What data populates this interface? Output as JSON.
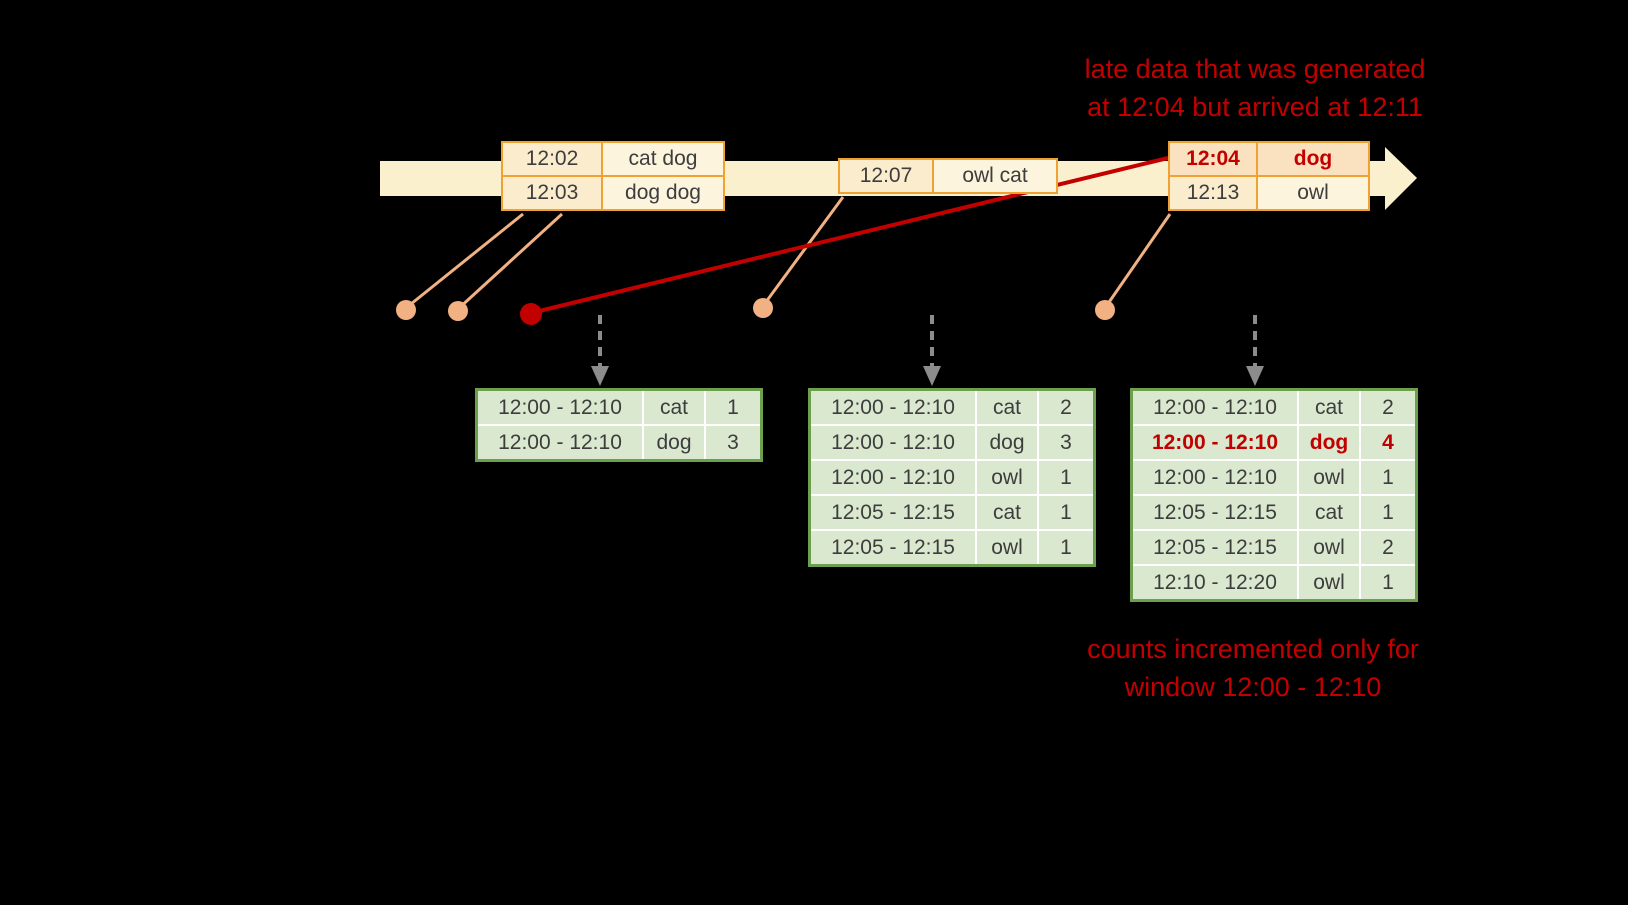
{
  "annotations": {
    "late_data": "late data that was generated\nat 12:04 but arrived at 12:11",
    "counts_note": "counts incremented only for\nwindow 12:00 - 12:10"
  },
  "event_tables": [
    {
      "rows": [
        [
          "12:02",
          "cat dog"
        ],
        [
          "12:03",
          "dog dog"
        ]
      ]
    },
    {
      "rows": [
        [
          "12:07",
          "owl cat"
        ]
      ]
    },
    {
      "rows": [
        [
          "12:04",
          "dog"
        ],
        [
          "12:13",
          "owl"
        ]
      ]
    }
  ],
  "result_tables": [
    {
      "rows": [
        [
          "12:00 - 12:10",
          "cat",
          "1"
        ],
        [
          "12:00 - 12:10",
          "dog",
          "3"
        ]
      ]
    },
    {
      "rows": [
        [
          "12:00 - 12:10",
          "cat",
          "2"
        ],
        [
          "12:00 - 12:10",
          "dog",
          "3"
        ],
        [
          "12:00 - 12:10",
          "owl",
          "1"
        ],
        [
          "12:05 - 12:15",
          "cat",
          "1"
        ],
        [
          "12:05 - 12:15",
          "owl",
          "1"
        ]
      ]
    },
    {
      "rows": [
        [
          "12:00 - 12:10",
          "cat",
          "2"
        ],
        [
          "12:00 - 12:10",
          "dog",
          "4"
        ],
        [
          "12:00 - 12:10",
          "owl",
          "1"
        ],
        [
          "12:05 - 12:15",
          "cat",
          "1"
        ],
        [
          "12:05 - 12:15",
          "owl",
          "2"
        ],
        [
          "12:10 - 12:20",
          "owl",
          "1"
        ]
      ]
    }
  ],
  "colors": {
    "background": "#000000",
    "timeline": "#faf0cd",
    "event_border": "#efa232",
    "event_fill": "#fdf4de",
    "late_fill": "#fae1c0",
    "result_border": "#6da04c",
    "result_fill": "#d9e8cf",
    "gridline": "#ffffff",
    "accent_red": "#c30000",
    "connector_peach": "#f2b183",
    "arrow_gray": "#8c8c8c"
  }
}
